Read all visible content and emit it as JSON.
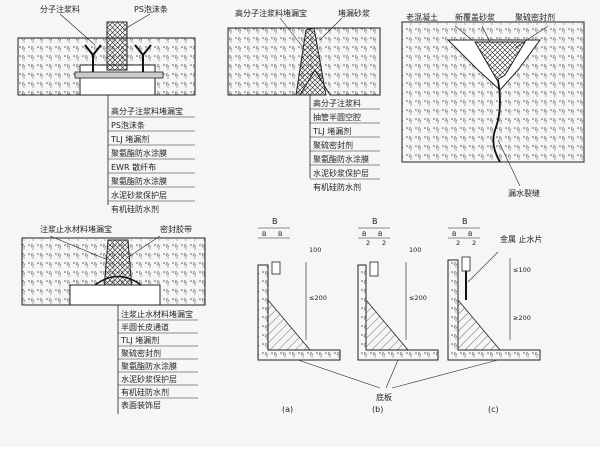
{
  "panel1": {
    "labels": {
      "grout": "分子注浆料",
      "strip": "PS泡沫条"
    },
    "layers": [
      "高分子注浆料堵漏宝",
      "PS泡沫条",
      "TLJ 堵漏剂",
      "聚氨酯防水涂膜",
      "EWR 散纤布",
      "聚氨酯防水涂膜",
      "水泥砂浆保护层",
      "有机硅防水剂"
    ]
  },
  "panel2": {
    "labels": {
      "grout": "高分子注浆料堵漏宝",
      "plug": "堵漏砂浆"
    },
    "layers": [
      "高分子注浆料",
      "抽管半圆空腔",
      "TLJ 堵漏剂",
      "聚硫密封剂",
      "聚氨酯防水涂膜",
      "水泥砂浆保护层",
      "有机硅防水剂"
    ]
  },
  "panel3": {
    "labels": {
      "concrete": "老混凝土",
      "mortar": "新覆盖砂浆",
      "sealant": "聚硫密封剂",
      "crack": "漏水裂缝"
    }
  },
  "panel4": {
    "labels": {
      "grout": "注浆止水材料堵漏宝",
      "sealant": "密封胶带"
    },
    "layers": [
      "注浆止水材料堵漏宝",
      "半圆长皮通道",
      "TLJ 堵漏剂",
      "聚硫密封剂",
      "聚氨酯防水涂膜",
      "水泥砂浆保护层",
      "有机硅防水剂",
      "表面装饰层"
    ]
  },
  "panel5": {
    "dim_B": "B",
    "dim_sub_a": [
      "B",
      "B"
    ],
    "dim_sub_b": [
      "B",
      "B"
    ],
    "dim_sub_c": [
      "B",
      "B"
    ],
    "frac": "2",
    "dims": {
      "d100": "100",
      "d200": "≤200",
      "d100le": "≤100",
      "d200b": "≥200"
    },
    "metal": "金属\n止水片",
    "base": "底板",
    "caption_a": "(a)",
    "caption_b": "(b)",
    "caption_c": "(c)"
  }
}
